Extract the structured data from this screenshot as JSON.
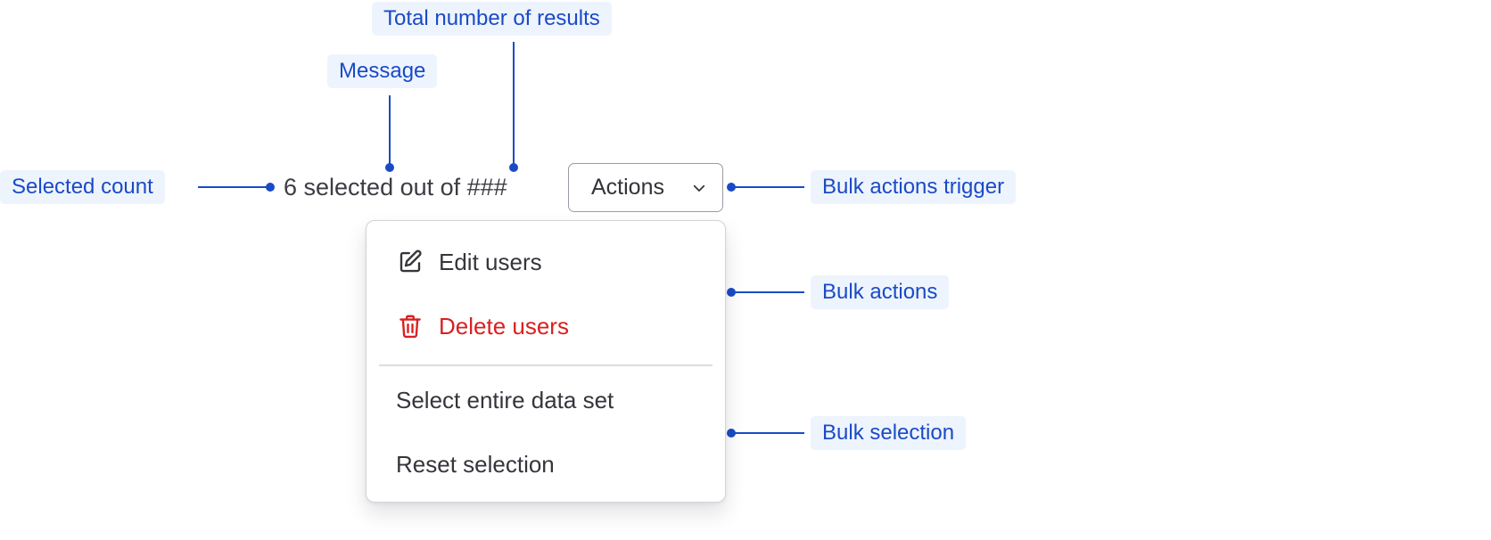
{
  "annotations": {
    "total_results": "Total number of results",
    "message": "Message",
    "selected_count": "Selected count",
    "bulk_actions_trigger": "Bulk actions trigger",
    "bulk_actions": "Bulk actions",
    "bulk_selection": "Bulk selection"
  },
  "selection_message": "6 selected out of ###",
  "actions_button": {
    "label": "Actions",
    "icon": "chevron-down-icon"
  },
  "menu": {
    "actions": [
      {
        "label": "Edit users",
        "icon": "edit-icon",
        "variant": "default"
      },
      {
        "label": "Delete users",
        "icon": "trash-icon",
        "variant": "danger"
      }
    ],
    "selection": [
      {
        "label": "Select entire data set"
      },
      {
        "label": "Reset selection"
      }
    ]
  },
  "colors": {
    "annotation_text": "#1a4bc6",
    "annotation_background": "#eef4fd",
    "danger": "#d92020",
    "text": "#35353c"
  }
}
